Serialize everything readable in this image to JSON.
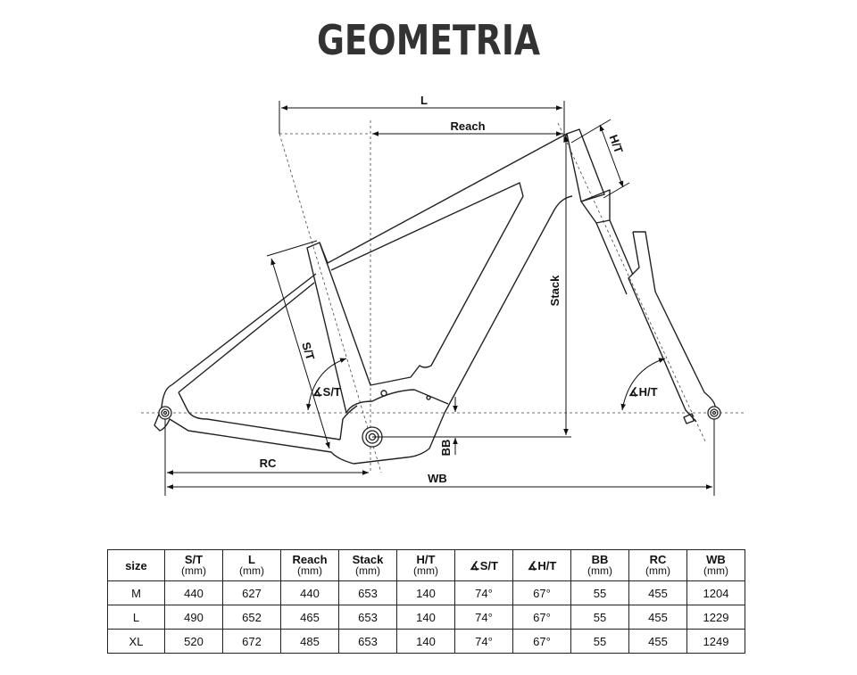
{
  "title": "GEOMETRIA",
  "diagram_labels": {
    "L": "L",
    "reach": "Reach",
    "ht": "H/T",
    "stack": "Stack",
    "st": "S/T",
    "st_angle": "∡S/T",
    "ht_angle": "∡H/T",
    "bb": "BB",
    "rc": "RC",
    "wb": "WB"
  },
  "table": {
    "headers": [
      {
        "label": "size",
        "unit": ""
      },
      {
        "label": "S/T",
        "unit": "(mm)"
      },
      {
        "label": "L",
        "unit": "(mm)"
      },
      {
        "label": "Reach",
        "unit": "(mm)"
      },
      {
        "label": "Stack",
        "unit": "(mm)"
      },
      {
        "label": "H/T",
        "unit": "(mm)"
      },
      {
        "label": "∡S/T",
        "unit": ""
      },
      {
        "label": "∡H/T",
        "unit": ""
      },
      {
        "label": "BB",
        "unit": "(mm)"
      },
      {
        "label": "RC",
        "unit": "(mm)"
      },
      {
        "label": "WB",
        "unit": "(mm)"
      }
    ],
    "rows": [
      [
        "M",
        "440",
        "627",
        "440",
        "653",
        "140",
        "74°",
        "67°",
        "55",
        "455",
        "1204"
      ],
      [
        "L",
        "490",
        "652",
        "465",
        "653",
        "140",
        "74°",
        "67°",
        "55",
        "455",
        "1229"
      ],
      [
        "XL",
        "520",
        "672",
        "485",
        "653",
        "140",
        "74°",
        "67°",
        "55",
        "455",
        "1249"
      ]
    ]
  }
}
